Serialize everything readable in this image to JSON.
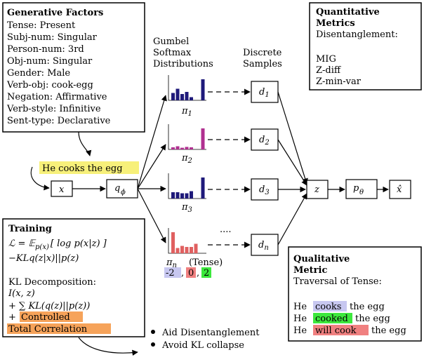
{
  "generative_factors": {
    "title": "Generative Factors",
    "lines": [
      "Tense: Present",
      "Subj-num: Singular",
      "Person-num: 3rd",
      "Obj-num: Singular",
      "Gender: Male",
      "Verb-obj: cook-egg",
      "Negation: Affirmative",
      "Verb-style: Infinitive",
      "Sent-type: Declarative"
    ]
  },
  "quantitative": {
    "title_line1": "Quantitative",
    "title_line2": "Metrics",
    "subtitle": "Disentanglement:",
    "metrics": [
      "MIG",
      "Z-diff",
      "Z-min-var"
    ]
  },
  "gumbel_label": [
    "Gumbel",
    "Softmax",
    "Distributions"
  ],
  "discrete_label": [
    "Discrete",
    "Samples"
  ],
  "input_sentence": "He cooks the egg",
  "nodes": {
    "x": "x",
    "q": "q",
    "q_sub": "ϕ",
    "z": "z",
    "p": "p",
    "p_sub": "θ",
    "xhat": "x̂",
    "d": "d",
    "d_subs": [
      "1",
      "2",
      "3",
      "n"
    ]
  },
  "pi_labels": {
    "pi": "π",
    "subs": [
      "1",
      "2",
      "3",
      "n"
    ],
    "tense_note": "(Tense)"
  },
  "ellipsis": "....",
  "tense_values": [
    "-2",
    "0",
    "2"
  ],
  "colors": {
    "blue_bar": "#1f1a7a",
    "magenta_bar": "#b03090",
    "red_bar": "#e06060",
    "yellow_hl": "#f7f07a",
    "blue_hl": "#c7c7f0",
    "green_hl": "#3de83d",
    "red_hl": "#f08080",
    "orange_hl": "#f6a35a"
  },
  "training": {
    "title": "Training",
    "elbo_lhs": "ℒ = 𝔼",
    "elbo_sub": "p(x)",
    "elbo_rhs": "[ log p(x|z) ]",
    "kl_line": "−KLq(z|x)||p(z)",
    "kl_decomp": "KL Decomposition:",
    "mi": "I(x, z)",
    "sum_kl": "+ ∑ KL(q(z)||p(z))",
    "plus": "+",
    "controlled": "Controlled",
    "total_corr": "Total Correlation"
  },
  "bullets": [
    "Aid Disentanglement",
    "Avoid KL collapse"
  ],
  "qualitative": {
    "title_line1": "Qualitative",
    "title_line2": "Metric",
    "subtitle": "Traversal of Tense:",
    "rows": [
      {
        "pre": "He",
        "verb": "cooks",
        "post": "the egg"
      },
      {
        "pre": "He",
        "verb": "cooked",
        "post": "the egg"
      },
      {
        "pre": "He",
        "verb": "will cook",
        "post": "the egg"
      }
    ]
  },
  "histograms": [
    {
      "values": [
        0.35,
        0.55,
        0.3,
        0.4,
        0.15,
        1.0
      ]
    },
    {
      "values": [
        0.1,
        0.15,
        0.08,
        0.12,
        0.1,
        1.0
      ]
    },
    {
      "values": [
        0.3,
        0.3,
        0.25,
        0.25,
        0.35,
        1.0
      ]
    },
    {
      "values": [
        1.0,
        0.25,
        0.35,
        0.3,
        0.3,
        0.45
      ]
    }
  ]
}
